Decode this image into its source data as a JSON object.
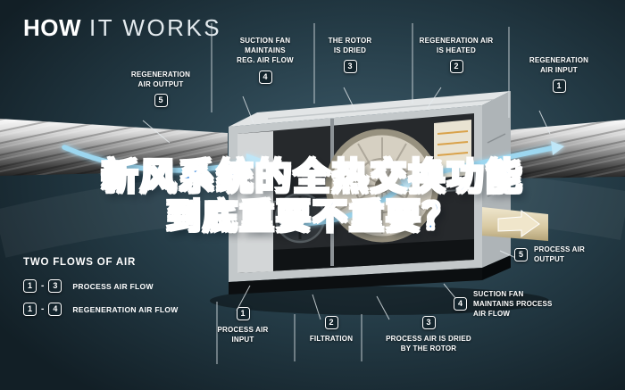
{
  "header": {
    "title_bold": "HOW",
    "title_light": "IT WORKS"
  },
  "overlay": {
    "line1": "新风系统的全热交换功能",
    "line2": "到底重要不重要？"
  },
  "labels": [
    {
      "id": "regeneration-air-output",
      "num": "5",
      "text": "REGENERATION\nAIR OUTPUT"
    },
    {
      "id": "suction-fan-reg-air-flow",
      "num": "4",
      "text": "SUCTION FAN\nMAINTAINS\nREG. AIR FLOW"
    },
    {
      "id": "rotor-is-dried",
      "num": "3",
      "text": "THE ROTOR\nIS DRIED"
    },
    {
      "id": "regeneration-air-heated",
      "num": "2",
      "text": "REGENERATION AIR\nIS HEATED"
    },
    {
      "id": "regeneration-air-input",
      "num": "1",
      "text": "REGENERATION\nAIR INPUT"
    },
    {
      "id": "process-air-output",
      "num": "5",
      "text": "PROCESS AIR\nOUTPUT"
    },
    {
      "id": "suction-fan-process-air-flow",
      "num": "4",
      "text": "SUCTION FAN\nMAINTAINS PROCESS\nAIR FLOW"
    },
    {
      "id": "process-air-dried-by-rotor",
      "num": "3",
      "text": "PROCESS AIR IS DRIED\nBY THE ROTOR"
    },
    {
      "id": "filtration",
      "num": "2",
      "text": "FILTRATION"
    },
    {
      "id": "process-air-input",
      "num": "1",
      "text": "PROCESS AIR\nINPUT"
    }
  ],
  "legend": {
    "heading": "TWO FLOWS OF AIR",
    "separator": "-",
    "items": [
      {
        "from": "1",
        "to": "3",
        "label": "PROCESS AIR FLOW"
      },
      {
        "from": "1",
        "to": "4",
        "label": "REGENERATION AIR FLOW"
      }
    ]
  },
  "colors": {
    "background": "#1c2f37",
    "accent_airflow_blue": "#9ed8f2",
    "overlay_blue": "#2b7fd9",
    "badge_border": "#ffffff",
    "cream_duct": "#e3d7ba"
  }
}
